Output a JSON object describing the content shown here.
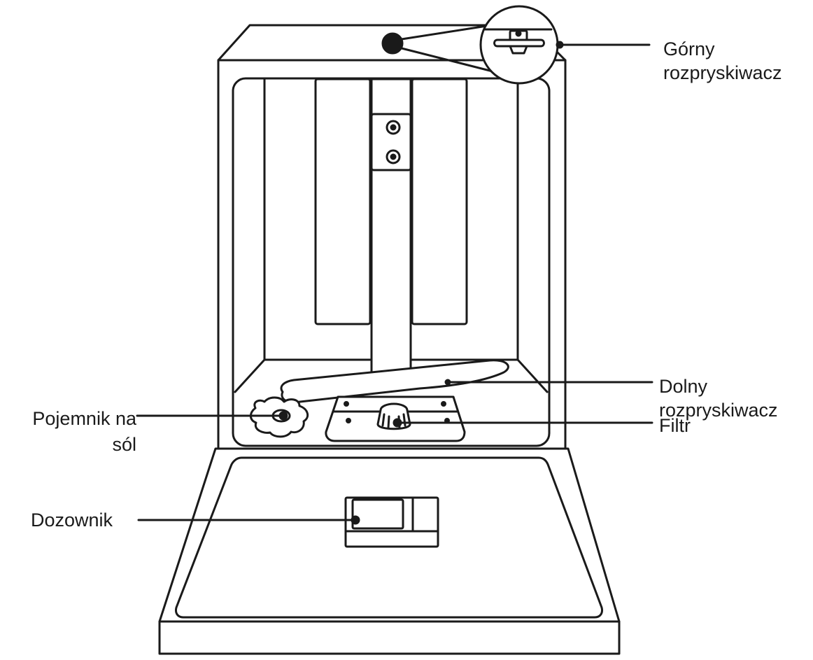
{
  "labels": {
    "upper_spray_arm": {
      "line1": "Górny",
      "line2": "rozpryskiwacz"
    },
    "lower_spray_arm": {
      "line1": "Dolny",
      "line2": "rozpryskiwacz"
    },
    "filter": "Filtr",
    "salt_container": {
      "line1": "Pojemnik na",
      "line2": "sól"
    },
    "dispenser": "Dozownik"
  },
  "colors": {
    "stroke": "#1a1a1a",
    "fill": "#ffffff"
  }
}
